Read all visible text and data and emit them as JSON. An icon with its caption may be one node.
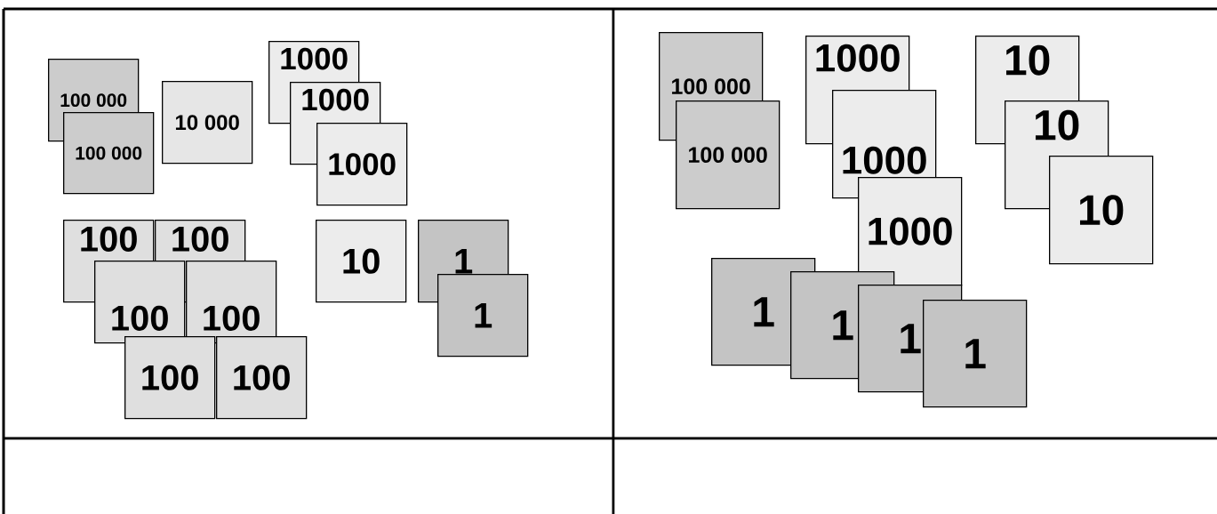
{
  "diagram": {
    "nodes": [
      {
        "text": [
          "100 000"
        ]
      },
      {
        "text": [
          "100 000"
        ]
      },
      {
        "text": [
          "10 000"
        ]
      },
      {
        "text": [
          "1000"
        ]
      },
      {
        "text": [
          "1000"
        ]
      },
      {
        "text": [
          "1000"
        ]
      },
      {
        "text": [
          "100"
        ]
      },
      {
        "text": [
          "100"
        ]
      },
      {
        "text": [
          "100"
        ]
      },
      {
        "text": [
          "100"
        ]
      },
      {
        "text": [
          "100"
        ]
      },
      {
        "text": [
          "100"
        ]
      },
      {
        "text": [
          "10"
        ]
      },
      {
        "text": [
          "1"
        ]
      },
      {
        "text": [
          "1"
        ]
      },
      {
        "text": [
          "100 000"
        ]
      },
      {
        "text": [
          "100 000"
        ]
      },
      {
        "text": [
          "1000"
        ]
      },
      {
        "text": [
          "1000"
        ]
      },
      {
        "text": [
          "1000"
        ]
      },
      {
        "text": [
          "10"
        ]
      },
      {
        "text": [
          "10"
        ]
      },
      {
        "text": [
          "10"
        ]
      },
      {
        "text": [
          "1"
        ]
      },
      {
        "text": [
          "1"
        ]
      },
      {
        "text": [
          "1"
        ]
      },
      {
        "text": [
          "1"
        ]
      }
    ]
  }
}
